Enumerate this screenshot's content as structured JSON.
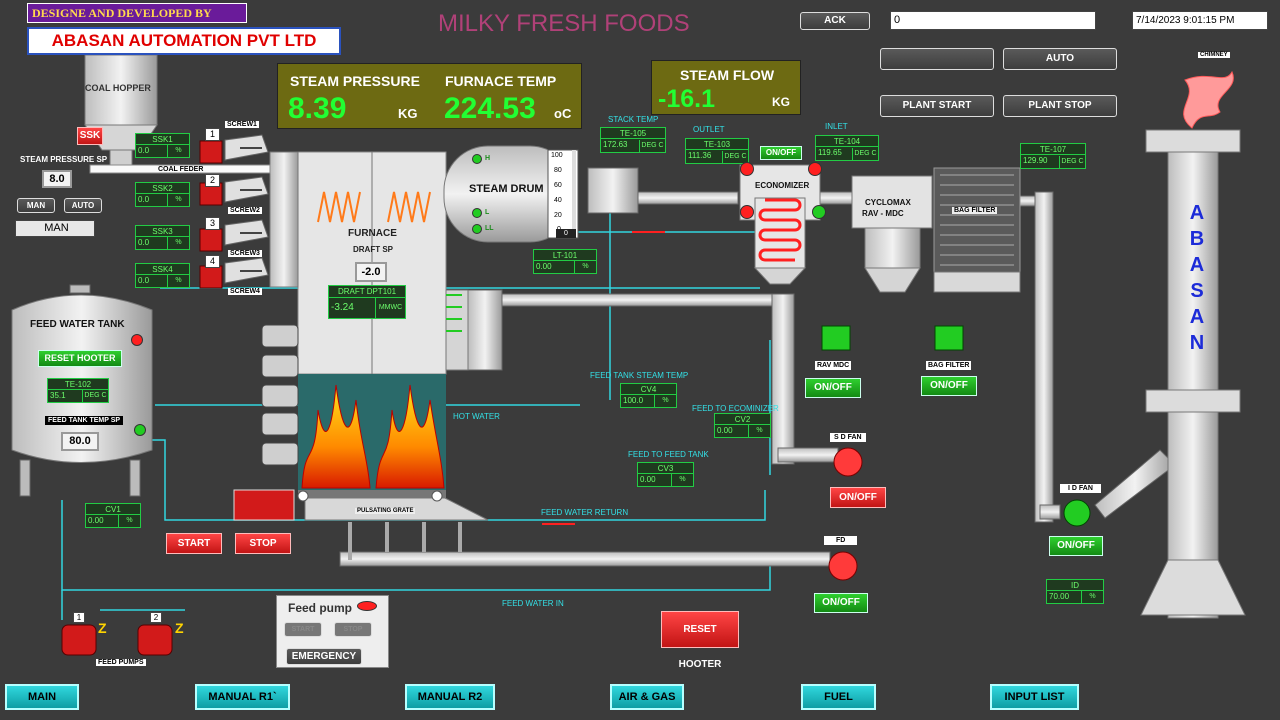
{
  "header": {
    "credit_line": "DESIGNE AND DEVELOPED BY",
    "company": "ABASAN AUTOMATION PVT LTD",
    "plant_title": "MILKY FRESH FOODS",
    "ack_label": "ACK",
    "alarm_count": "0",
    "datetime": "7/14/2023 9:01:15 PM"
  },
  "controls": {
    "blank_button": "",
    "auto_button": "AUTO",
    "plant_start": "PLANT START",
    "plant_stop": "PLANT STOP"
  },
  "panels": {
    "steam_pressure_label": "STEAM PRESSURE",
    "steam_pressure_value": "8.39",
    "steam_pressure_unit": "KG",
    "furnace_temp_label": "FURNACE TEMP",
    "furnace_temp_value": "224.53",
    "furnace_temp_unit": "oC",
    "steam_flow_label": "STEAM FLOW",
    "steam_flow_value": "-16.1",
    "steam_flow_unit": "KG"
  },
  "coal": {
    "hopper_label": "COAL HOPPER",
    "ssk_button": "SSK",
    "feeder_label": "COAL FEDER",
    "steam_sp_label": "STEAM PRESSURE SP",
    "steam_sp_value": "8.0",
    "man_button": "MAN",
    "auto_button": "AUTO",
    "mode_value": "MAN",
    "screws": [
      {
        "num": "1",
        "label": "SCREW1",
        "tag": "SSK1",
        "value": "0.0",
        "unit": "%"
      },
      {
        "num": "2",
        "label": "SCREW2",
        "tag": "SSK2",
        "value": "0.0",
        "unit": "%"
      },
      {
        "num": "3",
        "label": "SCREW3",
        "tag": "SSK3",
        "value": "0.0",
        "unit": "%"
      },
      {
        "num": "4",
        "label": "SCREW4",
        "tag": "SSK4",
        "value": "0.0",
        "unit": "%"
      }
    ]
  },
  "furnace": {
    "label": "FURNACE",
    "draft_sp_label": "DRAFT SP",
    "draft_sp_value": "-2.0",
    "draft_tag": "DRAFT DPT101",
    "draft_value": "-3.24",
    "draft_unit": "MMWC",
    "grate_label": "PULSATING GRATE",
    "grate_start": "START",
    "grate_stop": "STOP",
    "hot_water_label": "HOT WATER"
  },
  "drum": {
    "label": "STEAM DRUM",
    "level_markers": [
      "H",
      "L",
      "LL"
    ],
    "scale_ticks": [
      "100",
      "80",
      "60",
      "40",
      "20",
      "0"
    ],
    "level_value": "0",
    "level_tag": "LT-101",
    "level_reading": "0.00",
    "level_unit": "%"
  },
  "temps": {
    "stack_label": "STACK TEMP",
    "stack": {
      "tag": "TE-105",
      "value": "172.63",
      "unit": "DEG C"
    },
    "outlet_label": "OUTLET",
    "outlet": {
      "tag": "TE-103",
      "value": "111.36",
      "unit": "DEG C"
    },
    "inlet_label": "INLET",
    "inlet": {
      "tag": "TE-104",
      "value": "119.65",
      "unit": "DEG C"
    },
    "chimney": {
      "tag": "TE-107",
      "value": "129.90",
      "unit": "DEG C"
    }
  },
  "equipment": {
    "economizer": "ECONOMIZER",
    "economizer_onoff": "ON/OFF",
    "cyclomax": "CYCLOMAX",
    "cyclomax_sub": "RAV - MDC",
    "bag_filter": "BAG FILTER",
    "rav_mdc_label": "RAV MDC",
    "rav_onoff": "ON/OFF",
    "bag_filter_label": "BAG FILTER",
    "bag_onoff": "ON/OFF",
    "chimney_label": "CHIMNEY",
    "chimney_letters": [
      "A",
      "B",
      "A",
      "S",
      "A",
      "N"
    ],
    "sd_fan_label": "S D FAN",
    "sd_onoff": "ON/OFF",
    "fd_label": "FD",
    "fd_onoff": "ON/OFF",
    "id_fan_label": "I D FAN",
    "id_onoff": "ON/OFF",
    "id_tag": "ID",
    "id_value": "70.00",
    "id_unit": "%"
  },
  "water": {
    "feed_tank_label": "FEED WATER TANK",
    "reset_hooter_small": "RESET HOOTER",
    "tank_temp": {
      "tag": "TE-102",
      "value": "35.1",
      "unit": "DEG C"
    },
    "tank_sp_label": "FEED TANK TEMP SP",
    "tank_sp_value": "80.0",
    "cv1": {
      "tag": "CV1",
      "value": "0.00",
      "unit": "%"
    },
    "cv4_label": "FEED TANK STEAM TEMP",
    "cv4": {
      "tag": "CV4",
      "value": "100.0",
      "unit": "%"
    },
    "cv2_label": "FEED TO ECOMINIZER",
    "cv2": {
      "tag": "CV2",
      "value": "0.00",
      "unit": "%"
    },
    "cv3_label": "FEED TO FEED TANK",
    "cv3": {
      "tag": "CV3",
      "value": "0.00",
      "unit": "%"
    },
    "return_label": "FEED WATER RETURN",
    "in_label": "FEED WATER IN",
    "pump_numbers": [
      "1",
      "2"
    ],
    "pumps_label": "FEED PUMPS"
  },
  "feed_pump_panel": {
    "title": "Feed pump",
    "start": "START",
    "stop": "STOP",
    "emergency": "EMERGENCY"
  },
  "reset_hooter_main": "RESET HOOTER",
  "nav": [
    "MAIN",
    "MANUAL R1`",
    "MANUAL R2",
    "AIR & GAS",
    "FUEL",
    "INPUT LIST"
  ],
  "colors": {
    "background": "#3b3b3b",
    "pipe_water": "#33d6e0",
    "indicator_green": "#22cc22",
    "alarm_red": "#ff2020",
    "panel_olive": "#6d6a12",
    "nav_cyan": "#1bbfc6"
  }
}
